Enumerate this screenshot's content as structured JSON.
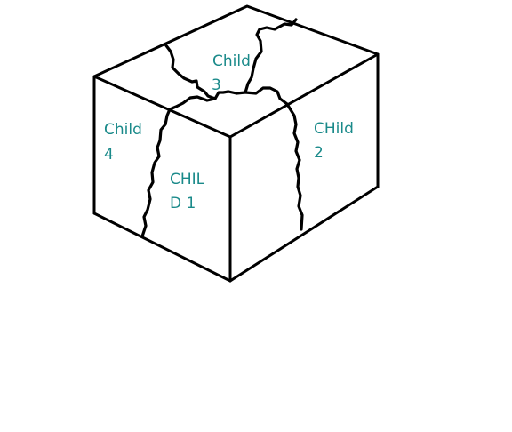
{
  "colors": {
    "outline": "#000000",
    "label": "#1a8a8a",
    "background": "#ffffff"
  },
  "labels": {
    "child3": {
      "line1": "Child",
      "line2": "3"
    },
    "child4": {
      "line1": "Child",
      "line2": "4"
    },
    "child1": {
      "line1": "CHIL",
      "line2": "D 1"
    },
    "child2": {
      "line1": "CHild",
      "line2": "2"
    }
  }
}
